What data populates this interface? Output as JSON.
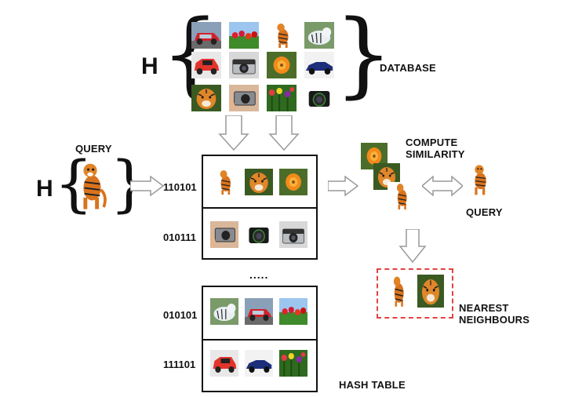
{
  "hash_symbol": "H",
  "labels": {
    "database": "DATABASE",
    "query_top": "QUERY",
    "compute": "COMPUTE\nSIMILARITY",
    "query_right": "QUERY",
    "nearest": "NEAREST\nNEIGHBOURS",
    "hash_table": "HASH TABLE",
    "ellipsis": "....."
  },
  "hash_codes": [
    "110101",
    "010111",
    "010101",
    "111101"
  ],
  "database_images": [
    [
      "red-car",
      "tulips",
      "tiger-standing",
      "white-tiger"
    ],
    [
      "red-hatchback",
      "camera-silver",
      "orange-flower",
      "blue-sports-car"
    ],
    [
      "tiger-face",
      "camera-in-hand",
      "tulips-field",
      "camera-black"
    ]
  ],
  "hash_rows": [
    [
      "tiger-standing",
      "tiger-face",
      "orange-flower"
    ],
    [
      "camera-in-hand",
      "camera-black",
      "camera-silver"
    ],
    [
      "white-tiger",
      "red-car",
      "tulips"
    ],
    [
      "red-hatchback",
      "blue-sports-car",
      "tulips-field"
    ]
  ],
  "nearest_images": [
    "tiger-standing",
    "tiger-face"
  ],
  "colors": {
    "dashed_box": "#e24343",
    "arrow_stroke": "#9a9a9a"
  }
}
